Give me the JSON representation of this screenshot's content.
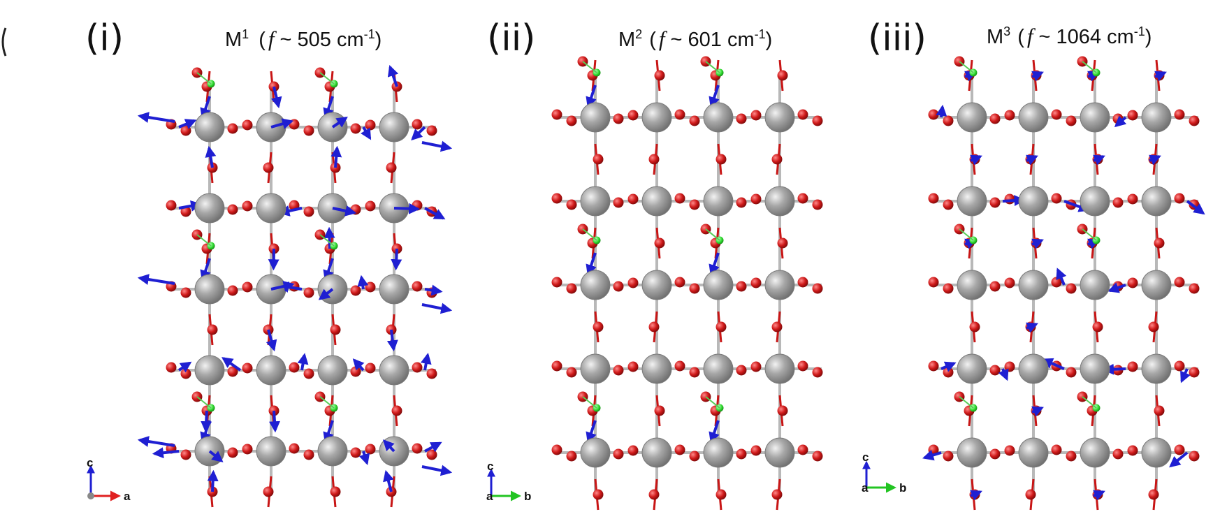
{
  "figure": {
    "panels": [
      {
        "label": "(i)",
        "mode": "M",
        "mode_index": "1",
        "freq_prefix": "(",
        "freq_symbol": "f",
        "freq_text": " ~ 505 cm",
        "freq_exp": "-1",
        "freq_suffix": ")",
        "axis_up": "c",
        "axis_right": "a",
        "axis_origin": ""
      },
      {
        "label": "(ii)",
        "mode": "M",
        "mode_index": "2",
        "freq_prefix": "(",
        "freq_symbol": "f",
        "freq_text": " ~ 601 cm",
        "freq_exp": "-1",
        "freq_suffix": ")",
        "axis_up": "c",
        "axis_right": "b",
        "axis_origin": "a"
      },
      {
        "label": "(iii)",
        "mode": "M",
        "mode_index": "3",
        "freq_prefix": "(",
        "freq_symbol": "f",
        "freq_text": " ~ 1064 cm",
        "freq_exp": "-1",
        "freq_suffix": ")",
        "axis_up": "c",
        "axis_right": "b",
        "axis_origin": "a"
      }
    ],
    "colors": {
      "metal_atom": "#9e9e9e",
      "oxygen_atom": "#d01a1a",
      "hydrogen_atom": "#33dd33",
      "displacement_arrow": "#1f1fd2",
      "axis_c": "#1f1fd2",
      "axis_a": "#e02020",
      "axis_b": "#22c422"
    },
    "icons": {
      "axis_triad": "crystal-axis-icon"
    }
  }
}
